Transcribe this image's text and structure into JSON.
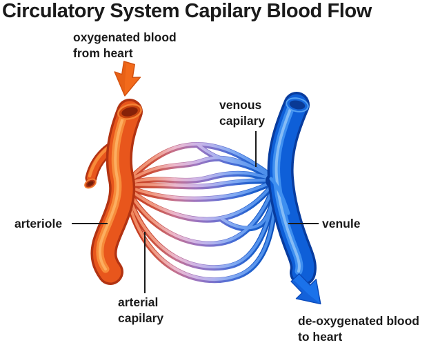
{
  "title": "Circulatory System Capilary Blood Flow",
  "labels": {
    "oxygenated_blood": {
      "line1": "oxygenated blood",
      "line2": "from heart"
    },
    "venous_capilary": {
      "line1": "venous",
      "line2": "capilary"
    },
    "arteriole": "arteriole",
    "venule": "venule",
    "arterial_capilary": {
      "line1": "arterial",
      "line2": "capilary"
    },
    "deoxygenated_blood": {
      "line1": "de-oxygenated blood",
      "line2": "to heart"
    }
  },
  "icons": {
    "oxygenated_flow_arrow": "orange-down-arrow",
    "deoxygenated_flow_arrow": "blue-down-right-arrow"
  },
  "colors": {
    "background": "#FFFFFF",
    "text": "#1A1A1A",
    "arteriole_main": "#E8561C",
    "arteriole_dark": "#B23312",
    "arteriole_highlight": "#F78B3A",
    "venule_main": "#0E5FD8",
    "venule_dark": "#083C9E",
    "venule_highlight": "#3E8FF0",
    "capillary_left": "#DD3F1D",
    "capillary_mid": "#8F87D6",
    "capillary_right": "#0E5BD4",
    "pointer_line": "#1A1A1A"
  }
}
